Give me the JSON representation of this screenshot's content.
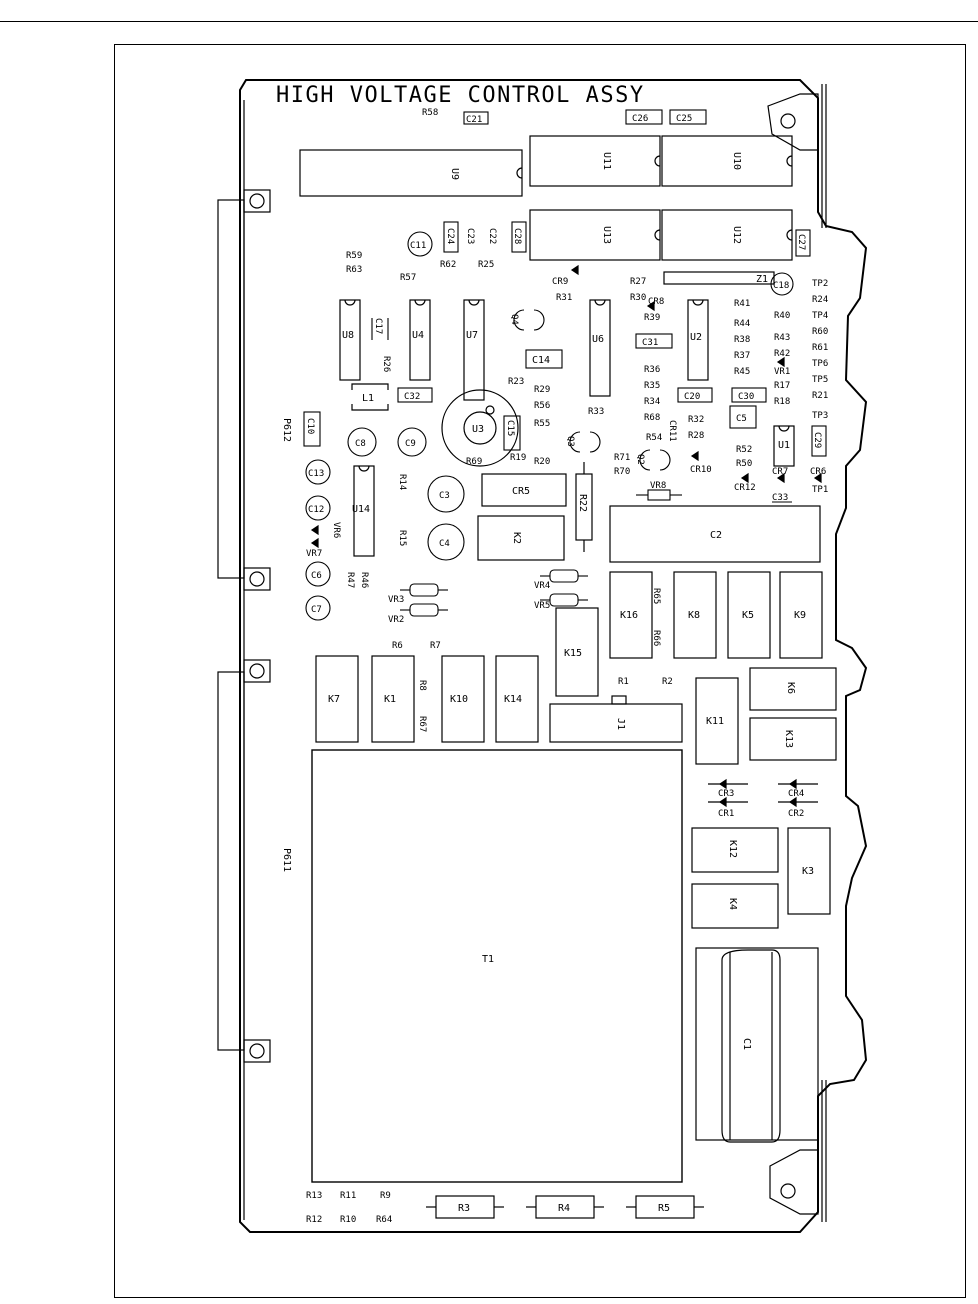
{
  "board": {
    "title": "HIGH VOLTAGE CONTROL ASSY",
    "colors": {
      "ink": "#000000",
      "paper": "#ffffff"
    }
  },
  "connectors": {
    "p612": "P612",
    "p611": "P611"
  },
  "ics": {
    "u9": "U9",
    "u11": "U11",
    "u10": "U10",
    "u13": "U13",
    "u12": "U12",
    "u8": "U8",
    "u4": "U4",
    "u7": "U7",
    "u6": "U6",
    "u2": "U2",
    "u14": "U14",
    "u1": "U1",
    "u3": "U3"
  },
  "relays": {
    "k7": "K7",
    "k1": "K1",
    "k10": "K10",
    "k14": "K14",
    "k15": "K15",
    "k16": "K16",
    "k8": "K8",
    "k5": "K5",
    "k9": "K9",
    "k6": "K6",
    "k11": "K11",
    "k13": "K13",
    "k12": "K12",
    "k3": "K3",
    "k4": "K4",
    "k2": "K2"
  },
  "big": {
    "t1": "T1",
    "c1": "C1",
    "c2": "C2",
    "j1": "J1",
    "cr5": "CR5",
    "l1": "L1",
    "r22": "R22",
    "r3": "R3",
    "r4": "R4",
    "r5": "R5"
  },
  "capacitors": {
    "c21": "C21",
    "c26": "C26",
    "c25": "C25",
    "c11": "C11",
    "c24": "C24",
    "c23": "C23",
    "c22": "C22",
    "c28": "C28",
    "c27": "C27",
    "c18": "C18",
    "c17": "C17",
    "c14": "C14",
    "c31": "C31",
    "c32": "C32",
    "c20": "C20",
    "c30": "C30",
    "c5": "C5",
    "c29": "C29",
    "c10": "C10",
    "c8": "C8",
    "c9": "C9",
    "c15": "C15",
    "c13": "C13",
    "c12": "C12",
    "c3": "C3",
    "c4": "C4",
    "c6": "C6",
    "c7": "C7",
    "c33": "C33"
  },
  "resistors": {
    "r58": "R58",
    "r59": "R59",
    "r63": "R63",
    "r57": "R57",
    "r62": "R62",
    "r25": "R25",
    "r27": "R27",
    "r30": "R30",
    "r31": "R31",
    "r24": "R24",
    "r41": "R41",
    "r40": "R40",
    "r39": "R39",
    "r44": "R44",
    "r38": "R38",
    "r43": "R43",
    "r60": "R60",
    "r42": "R42",
    "r61": "R61",
    "r37": "R37",
    "r45": "R45",
    "r17": "R17",
    "r21": "R21",
    "r18": "R18",
    "r26": "R26",
    "r36": "R36",
    "r35": "R35",
    "r34": "R34",
    "r68": "R68",
    "r23": "R23",
    "r29": "R29",
    "r56": "R56",
    "r55": "R55",
    "r33": "R33",
    "r32": "R32",
    "r28": "R28",
    "r54": "R54",
    "r52": "R52",
    "r50": "R50",
    "r71": "R71",
    "r70": "R70",
    "r69": "R69",
    "r19": "R19",
    "r20": "R20",
    "r14": "R14",
    "r15": "R15",
    "r46": "R46",
    "r47": "R47",
    "r65": "R65",
    "r66": "R66",
    "r6": "R6",
    "r7": "R7",
    "r8": "R8",
    "r67": "R67",
    "r1": "R1",
    "r2": "R2",
    "r13": "R13",
    "r11": "R11",
    "r9": "R9",
    "r12": "R12",
    "r10": "R10",
    "r64": "R64"
  },
  "semis": {
    "cr9": "CR9",
    "cr8": "CR8",
    "cr11": "CR11",
    "cr10": "CR10",
    "cr12": "CR12",
    "cr7": "CR7",
    "cr6": "CR6",
    "cr3": "CR3",
    "cr4": "CR4",
    "cr1": "CR1",
    "cr2": "CR2",
    "vr1": "VR1",
    "vr8": "VR8",
    "vr6": "VR6",
    "vr7": "VR7",
    "vr3": "VR3",
    "vr2": "VR2",
    "vr4": "VR4",
    "vr5": "VR5",
    "q4": "Q4",
    "q3": "Q3",
    "q2": "Q2",
    "z1": "Z1"
  },
  "testpoints": {
    "tp2": "TP2",
    "tp4": "TP4",
    "tp6": "TP6",
    "tp5": "TP5",
    "tp3": "TP3",
    "tp1": "TP1"
  }
}
